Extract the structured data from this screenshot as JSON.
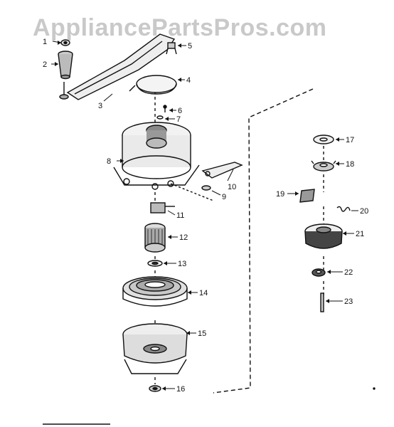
{
  "watermark": "AppliancePartsPros.com",
  "part_labels": {
    "p1": "1",
    "p2": "2",
    "p3": "3",
    "p4": "4",
    "p5": "5",
    "p6": "6",
    "p7": "7",
    "p8": "8",
    "p9": "9",
    "p10": "10",
    "p11": "11",
    "p12": "12",
    "p13": "13",
    "p14": "14",
    "p15": "15",
    "p16": "16",
    "p17": "17",
    "p18": "18",
    "p19": "19",
    "p20": "20",
    "p21": "21",
    "p22": "22",
    "p23": "23"
  }
}
